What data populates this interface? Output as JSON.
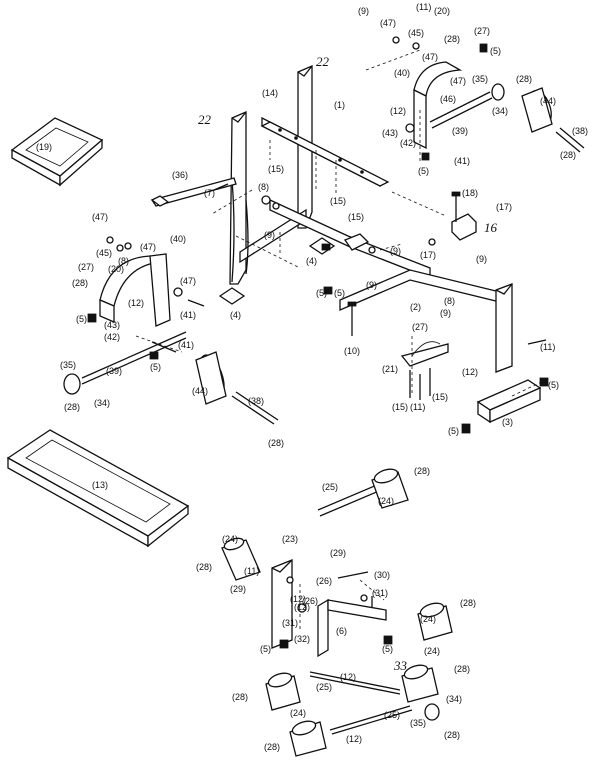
{
  "callouts": {
    "c1": "(1)",
    "c2": "(2)",
    "c3": "(3)",
    "c4a": "(4)",
    "c4b": "(4)",
    "c5a": "(5)",
    "c5b": "(5)",
    "c5c": "(5)",
    "c5d": "(5)",
    "c5e": "(5)",
    "c5f": "(5)",
    "c5g": "(5)",
    "c5h": "(5)",
    "c5i": "(5)",
    "c5j": "(5)",
    "c6": "(6)",
    "c7": "(7)",
    "c8a": "(8)",
    "c8b": "(8)",
    "c8c": "(8)",
    "c9a": "(9)",
    "c9b": "(9)",
    "c9c": "(9)",
    "c9d": "(9)",
    "c9e": "(9)",
    "c9f": "(9)",
    "c10": "(10)",
    "c11a": "(11)",
    "c11b": "(11)",
    "c11c": "(11)",
    "c11d": "(11)",
    "c12a": "(12)",
    "c12b": "(12)",
    "c12c": "(12)",
    "c12d": "(12)",
    "c12e": "(12)",
    "c12f": "(12)",
    "c12g": "(12)",
    "c13": "(13)",
    "c14": "(14)",
    "c15a": "(15)",
    "c15b": "(15)",
    "c15c": "(15)",
    "c15d": "(15)",
    "c15e": "(15)",
    "c17a": "(17)",
    "c17b": "(17)",
    "c18": "(18)",
    "c19": "(19)",
    "c20a": "(20)",
    "c20b": "(20)",
    "c21": "(21)",
    "c23": "(23)",
    "c24a": "(24)",
    "c24b": "(24)",
    "c24c": "(24)",
    "c24d": "(24)",
    "c24e": "(24)",
    "c25a": "(25)",
    "c25b": "(25)",
    "c25c": "(25)",
    "c26a": "(26)",
    "c26b": "(26)",
    "c27a": "(27)",
    "c27b": "(27)",
    "c27c": "(27)",
    "c28a": "(28)",
    "c28b": "(28)",
    "c28c": "(28)",
    "c28d": "(28)",
    "c28e": "(28)",
    "c28f": "(28)",
    "c28g": "(28)",
    "c28h": "(28)",
    "c28i": "(28)",
    "c28j": "(28)",
    "c28k": "(28)",
    "c28l": "(28)",
    "c28m": "(28)",
    "c29a": "(29)",
    "c29b": "(29)",
    "c30": "(30)",
    "c31a": "(31)",
    "c31b": "(31)",
    "c32": "(32)",
    "c34a": "(34)",
    "c34b": "(34)",
    "c34c": "(34)",
    "c35a": "(35)",
    "c35b": "(35)",
    "c35c": "(35)",
    "c36": "(36)",
    "c38a": "(38)",
    "c38b": "(38)",
    "c39a": "(39)",
    "c39b": "(39)",
    "c40a": "(40)",
    "c40b": "(40)",
    "c41a": "(41)",
    "c41b": "(41)",
    "c41c": "(41)",
    "c42a": "(42)",
    "c42b": "(42)",
    "c43a": "(43)",
    "c43b": "(43)",
    "c44a": "(44)",
    "c44b": "(44)",
    "c45a": "(45)",
    "c45b": "(45)",
    "c46": "(46)",
    "c47a": "(47)",
    "c47b": "(47)",
    "c47c": "(47)",
    "c47d": "(47)",
    "c47e": "(47)",
    "c47f": "(47)"
  },
  "handwritten": {
    "h22a": "22",
    "h22b": "22",
    "h16": "16",
    "h33": "33"
  }
}
